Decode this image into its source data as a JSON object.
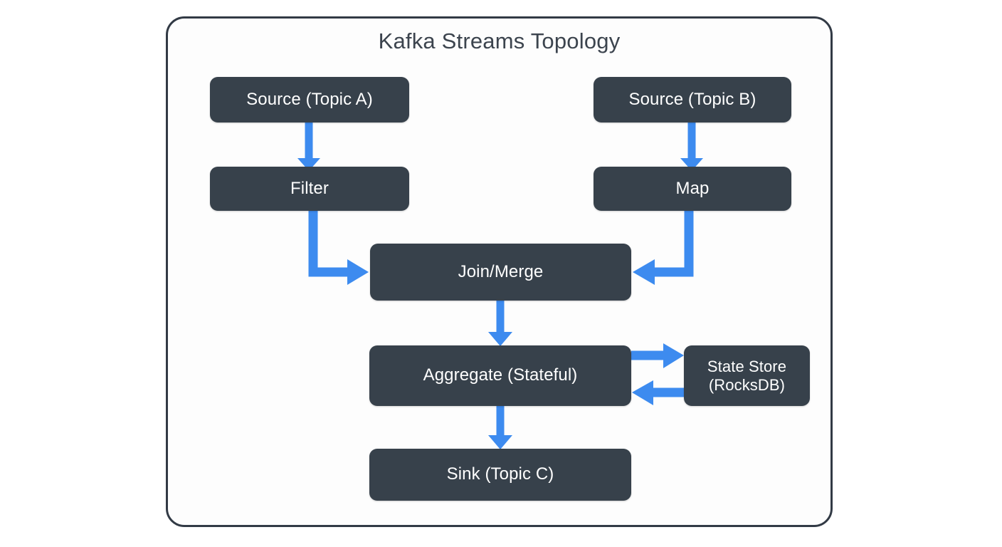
{
  "diagram": {
    "title": "Kafka Streams Topology",
    "colors": {
      "frame_border": "#323a45",
      "frame_background": "#fdfdfd",
      "page_background": "#ffffff",
      "node_fill": "#37414b",
      "node_text": "#ffffff",
      "arrow": "#3d8bef",
      "title_text": "#3c444e"
    },
    "nodes": [
      {
        "id": "source-a",
        "label": "Source (Topic A)"
      },
      {
        "id": "source-b",
        "label": "Source (Topic B)"
      },
      {
        "id": "filter",
        "label": "Filter"
      },
      {
        "id": "map",
        "label": "Map"
      },
      {
        "id": "join",
        "label": "Join/Merge"
      },
      {
        "id": "aggregate",
        "label": "Aggregate (Stateful)"
      },
      {
        "id": "state",
        "label": "State Store\n(RocksDB)"
      },
      {
        "id": "sink",
        "label": "Sink (Topic C)"
      }
    ],
    "edges": [
      {
        "from": "source-a",
        "to": "filter",
        "style": "straight-down"
      },
      {
        "from": "source-b",
        "to": "map",
        "style": "straight-down"
      },
      {
        "from": "filter",
        "to": "join",
        "style": "elbow-down-right"
      },
      {
        "from": "map",
        "to": "join",
        "style": "elbow-down-left"
      },
      {
        "from": "join",
        "to": "aggregate",
        "style": "straight-down"
      },
      {
        "from": "aggregate",
        "to": "state",
        "style": "straight-right"
      },
      {
        "from": "state",
        "to": "aggregate",
        "style": "straight-left"
      },
      {
        "from": "aggregate",
        "to": "sink",
        "style": "straight-down"
      }
    ]
  }
}
